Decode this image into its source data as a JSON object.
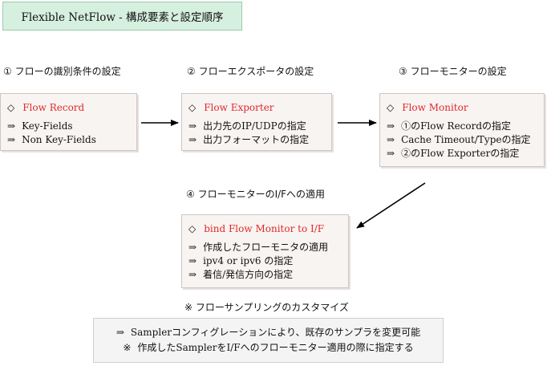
{
  "title": "Flexible NetFlow - 構成要素と設定順序",
  "steps": [
    {
      "label": "①  フローの識別条件の設定"
    },
    {
      "label": "②  フローエクスポータの設定"
    },
    {
      "label": "③  フローモニターの設定"
    },
    {
      "label": "④  フローモニターのI/Fへの適用"
    }
  ],
  "cards": [
    {
      "head_mark": "◇",
      "head": "Flow Record",
      "lines": [
        {
          "mark": "⇒",
          "text": "Key-Fields"
        },
        {
          "mark": "⇒",
          "text": "Non Key-Fields"
        }
      ]
    },
    {
      "head_mark": "◇",
      "head": "Flow Exporter",
      "lines": [
        {
          "mark": "⇒",
          "text": "出力先のIP/UDPの指定"
        },
        {
          "mark": "⇒",
          "text": "出力フォーマットの指定"
        }
      ]
    },
    {
      "head_mark": "◇",
      "head": "Flow Monitor",
      "lines": [
        {
          "mark": "⇒",
          "text": "①のFlow Recordの指定"
        },
        {
          "mark": "⇒",
          "text": "Cache Timeout/Typeの指定"
        },
        {
          "mark": "⇒",
          "text": "②のFlow Exporterの指定"
        }
      ]
    },
    {
      "head_mark": "◇",
      "head": "bind Flow Monitor to I/F",
      "lines": [
        {
          "mark": "⇒",
          "text": "作成したフローモニタの適用"
        },
        {
          "mark": "⇒",
          "text": "ipv4 or ipv6 の指定"
        },
        {
          "mark": "⇒",
          "text": "着信/発信方向の指定"
        }
      ]
    }
  ],
  "sampling": {
    "label": "※  フローサンプリングのカスタマイズ",
    "lines": [
      {
        "mark": "⇒",
        "text": "Samplerコンフィグレーションにより、既存のサンプラを変更可能"
      },
      {
        "mark": "※",
        "text": "作成したSamplerをI/Fへのフローモニター適用の際に指定する"
      }
    ]
  },
  "colors": {
    "heading_red": "#e02a2a",
    "title_bg": "#d6f0e0",
    "card_bg": "#f8f4f2"
  }
}
